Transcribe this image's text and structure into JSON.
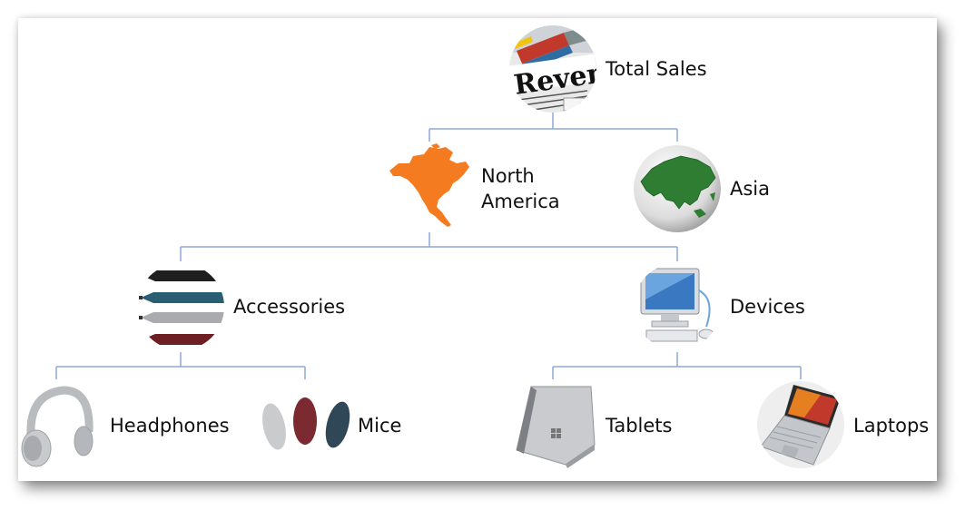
{
  "nodes": {
    "total_sales": "Total Sales",
    "north_america": "North\nAmerica",
    "asia": "Asia",
    "accessories": "Accessories",
    "devices": "Devices",
    "headphones": "Headphones",
    "mice": "Mice",
    "tablets": "Tablets",
    "laptops": "Laptops"
  },
  "thumbnail_text": {
    "revenue": "Revenue"
  },
  "colors": {
    "connector": "#8EA9DB",
    "north_america_map": "#F47B20",
    "asia_map": "#2E7D32"
  }
}
